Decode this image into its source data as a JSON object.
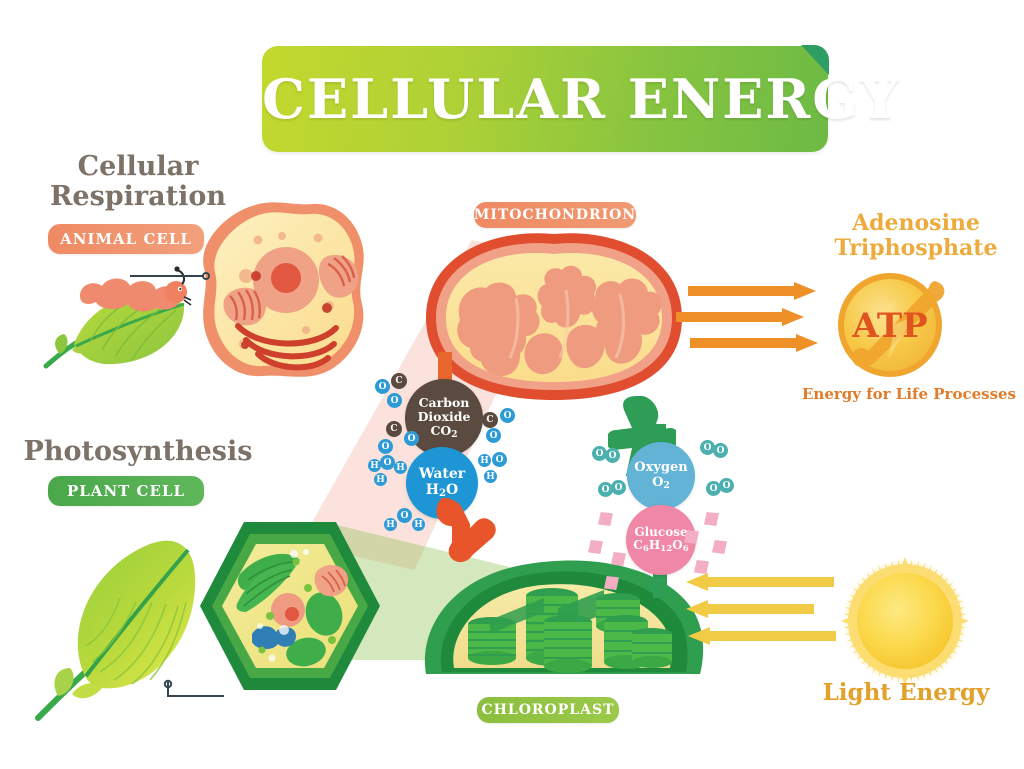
{
  "title": {
    "text": "CELLULAR ENERGY",
    "banner_gradient_from": "#c3d82e",
    "banner_gradient_to": "#6dba45",
    "fold_color": "#2f9e64"
  },
  "sections": {
    "respiration": {
      "heading": "Cellular\nRespiration",
      "heading_line1": "Cellular",
      "heading_line2": "Respiration",
      "pill_label": "ANIMAL CELL",
      "pill_color": "#ef8a63"
    },
    "photosynthesis": {
      "heading": "Photosynthesis",
      "pill_label": "PLANT CELL",
      "pill_color": "#4aa84a"
    }
  },
  "organelles": {
    "mitochondrion_label": "MITOCHONDRION",
    "mitochondrion_pill_color": "#ef8a63",
    "chloroplast_label": "CHLOROPLAST",
    "chloroplast_pill_color": "#8cbf3f"
  },
  "atp": {
    "title_line1": "Adenosine",
    "title_line2": "Triphosphate",
    "abbreviation": "ATP",
    "caption": "Energy for Life Processes",
    "circle_color": "#f7c948",
    "ring_color": "#f0a52e",
    "text_color": "#e0551f",
    "title_color": "#eeab3d",
    "caption_color": "#e07c2a"
  },
  "light": {
    "label": "Light Energy",
    "label_color": "#e2a12a",
    "sun_color": "#f8cf3e",
    "arrow_color": "#f2cb46",
    "arrow_count": 3,
    "arrow_direction": "left"
  },
  "energy_arrows": {
    "color": "#ee8f28",
    "count": 3,
    "direction": "right"
  },
  "molecules": [
    {
      "id": "carbon-dioxide",
      "name": "Carbon Dioxide",
      "name_line1": "Carbon",
      "name_line2": "Dioxide",
      "formula": "CO2",
      "formula_html": "CO<sub>2</sub>",
      "color": "#5a4a3f"
    },
    {
      "id": "water",
      "name": "Water",
      "formula": "H2O",
      "formula_html": "H<sub>2</sub>O",
      "color": "#1e95d4"
    },
    {
      "id": "oxygen",
      "name": "Oxygen",
      "formula": "O2",
      "formula_html": "O<sub>2</sub>",
      "color": "#62b3d6"
    },
    {
      "id": "glucose",
      "name": "Glucose",
      "formula": "C6H12O6",
      "formula_html": "C<sub>6</sub>H<sub>12</sub>O<sub>6</sub>",
      "color": "#f087a6"
    }
  ],
  "atoms": {
    "carbon_symbol": "C",
    "oxygen_symbol": "O",
    "hydrogen_symbol": "H"
  },
  "flow_arrows": {
    "down_arrow_color": "#e8552a",
    "up_arrow_color": "#2e9e56"
  },
  "illustrations": {
    "leaf_with_caterpillar": "leaf-caterpillar",
    "leaf": "leaf",
    "animal_cell": "animal-cell",
    "plant_cell": "plant-cell",
    "mitochondrion": "mitochondrion",
    "chloroplast": "chloroplast",
    "sun": "sun",
    "atp_molecule": "atp"
  }
}
